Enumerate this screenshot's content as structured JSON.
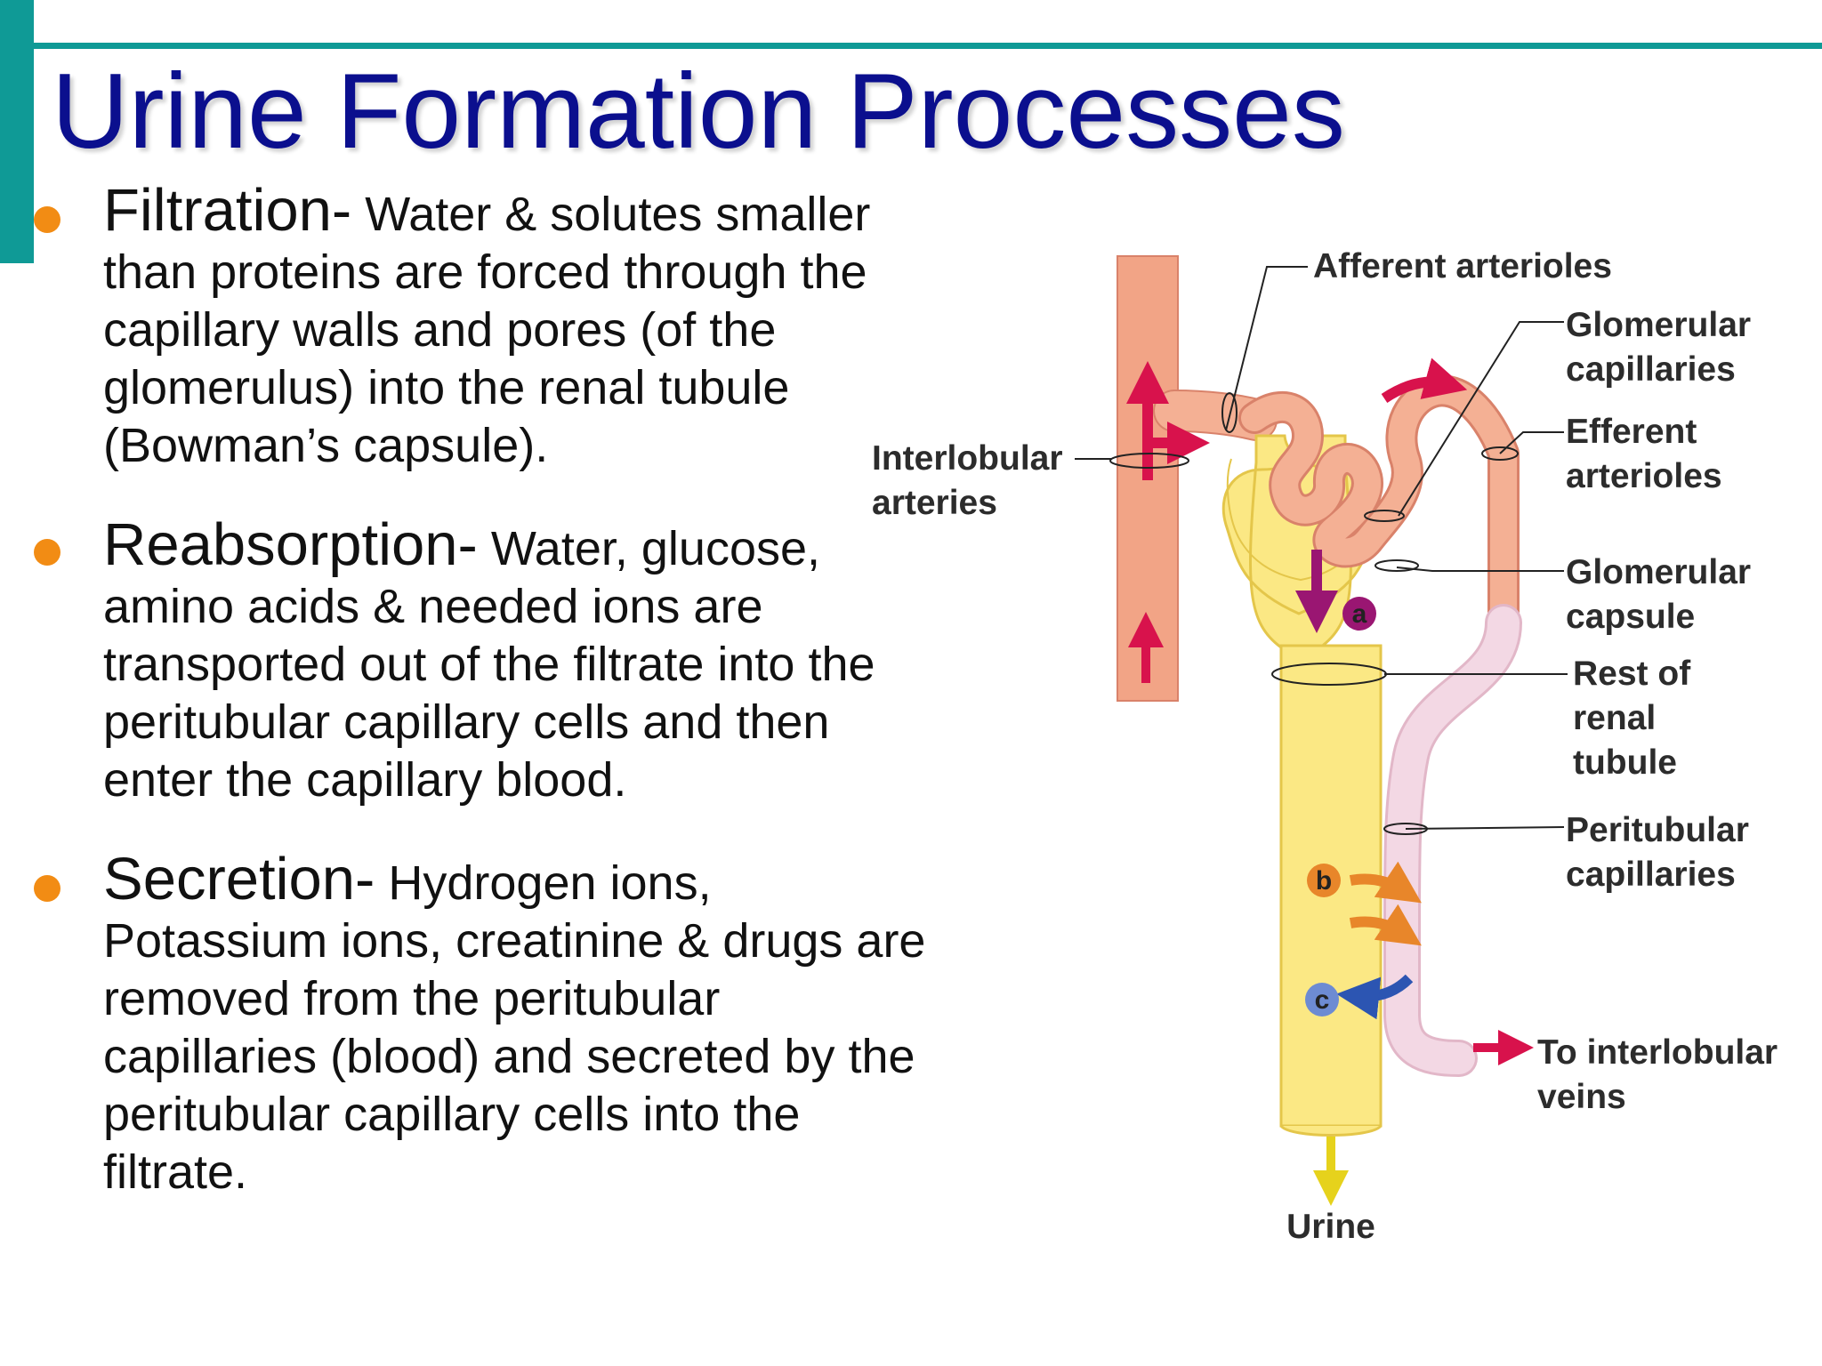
{
  "title": "Urine Formation Processes",
  "accent_colors": {
    "teal": "#0f9a96",
    "title_blue": "#0b0f8e",
    "bullet_orange": "#f28c14"
  },
  "bullets": [
    {
      "term": "Filtration-",
      "text": " Water & solutes smaller than proteins are forced through the capillary walls and pores (of the glomerulus) into the renal tubule (Bowman’s capsule)."
    },
    {
      "term": "Reabsorption-",
      "text": " Water, glucose, amino acids & needed ions are transported out of the filtrate into the peritubular capillary cells and then enter the capillary blood."
    },
    {
      "term": "Secretion-",
      "text": " Hydrogen ions, Potassium ions, creatinine & drugs are removed from the peritubular capillaries (blood) and secreted by the peritubular capillary cells into the filtrate."
    }
  ],
  "diagram": {
    "labels": {
      "afferent_arterioles": "Afferent arterioles",
      "glomerular_capillaries_1": "Glomerular",
      "glomerular_capillaries_2": "capillaries",
      "efferent_arterioles_1": "Efferent",
      "efferent_arterioles_2": "arterioles",
      "interlobular_arteries_1": "Interlobular",
      "interlobular_arteries_2": "arteries",
      "glomerular_capsule_1": "Glomerular",
      "glomerular_capsule_2": "capsule",
      "rest_of_renal_tubule_1": "Rest of",
      "rest_of_renal_tubule_2": "renal",
      "rest_of_renal_tubule_3": "tubule",
      "peritubular_capillaries_1": "Peritubular",
      "peritubular_capillaries_2": "capillaries",
      "to_interlobular_veins_1": "To interlobular",
      "to_interlobular_veins_2": "veins",
      "urine": "Urine"
    },
    "markers": {
      "a": "a",
      "b": "b",
      "c": "c"
    }
  }
}
